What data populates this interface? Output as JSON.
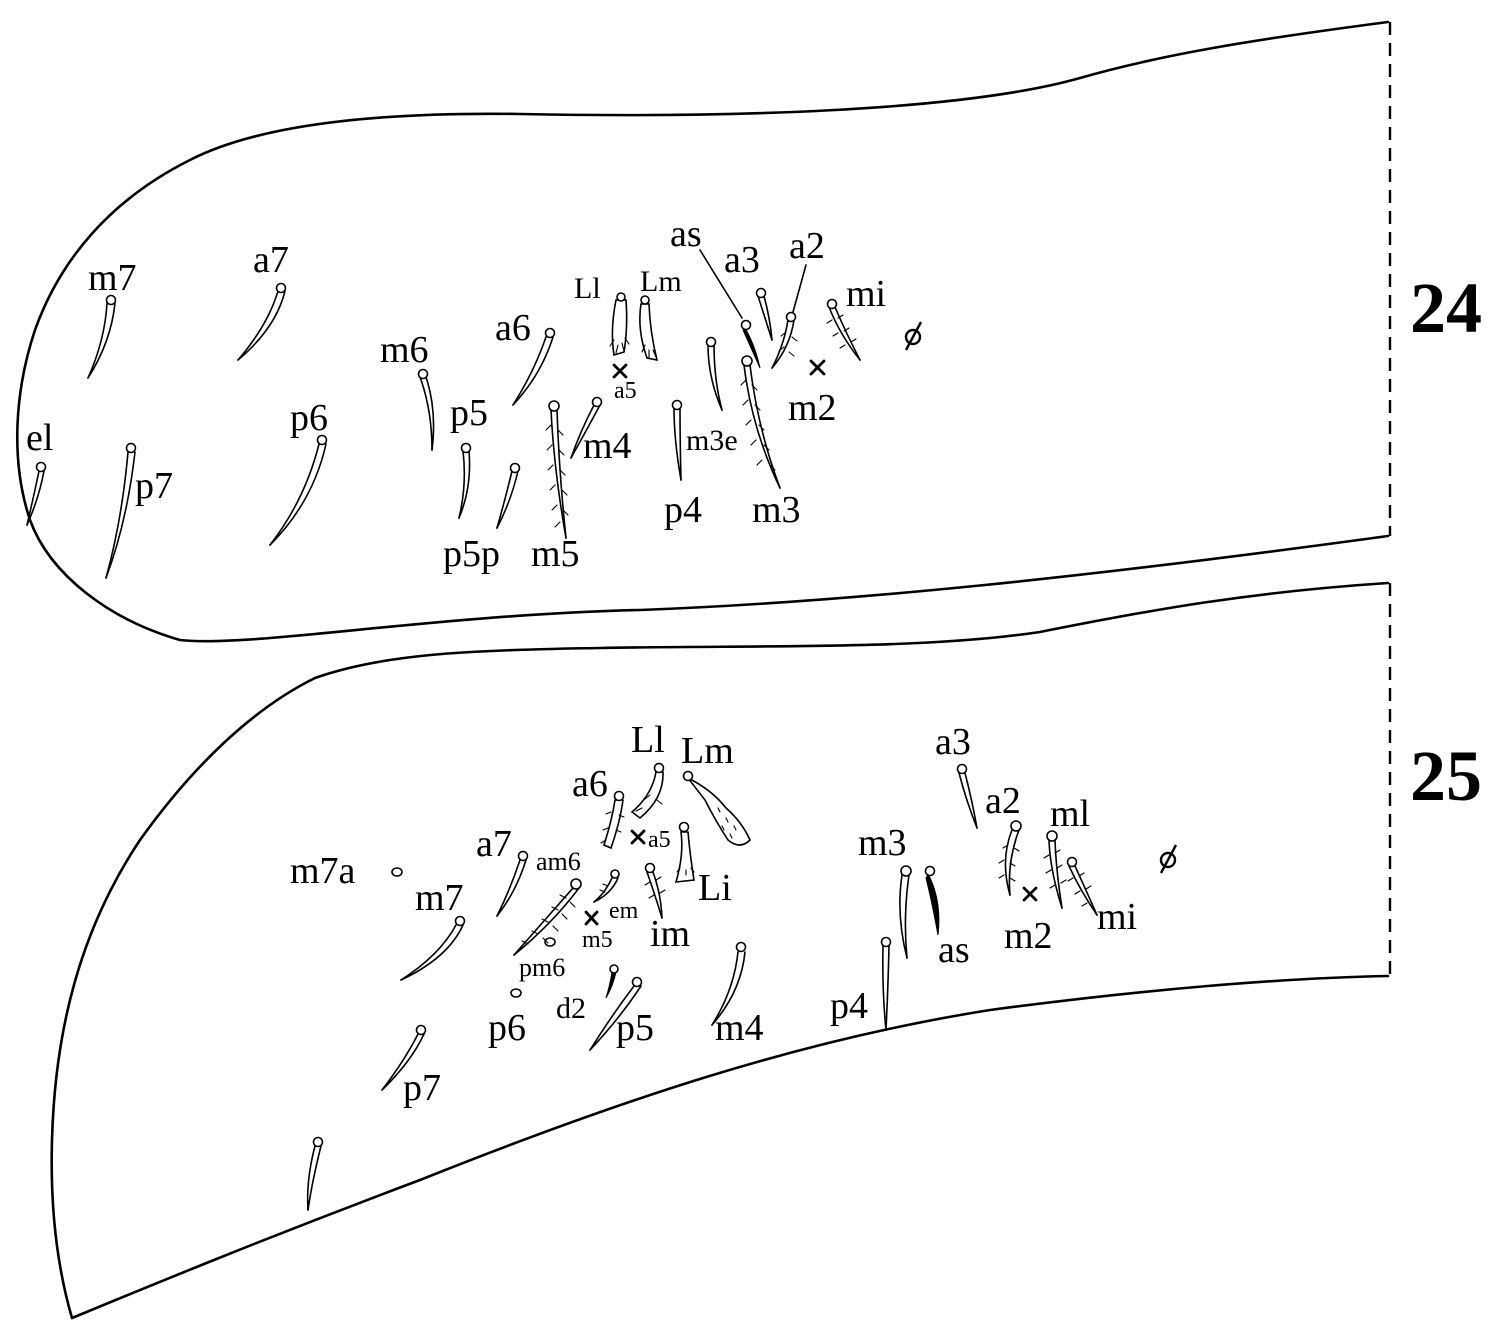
{
  "figures": [
    {
      "number": "24",
      "labels": [
        "as",
        "a3",
        "a2",
        "m7",
        "a7",
        "Ll",
        "Lm",
        "mi",
        "a6",
        "m6",
        "a5",
        "m2",
        "el",
        "p6",
        "p5",
        "m4",
        "m3e",
        "p7",
        "p4",
        "m3",
        "p5p",
        "m5"
      ],
      "setae": [
        "m7",
        "a7",
        "el",
        "p7",
        "p6",
        "m6",
        "p5",
        "p5p",
        "a6",
        "Ll",
        "Lm",
        "m5",
        "m4",
        "p4",
        "m3e",
        "m3",
        "as",
        "a3",
        "a2",
        "mi"
      ],
      "empty_sockets": [
        "a5",
        "m2"
      ],
      "marker_symbol": "⌀"
    },
    {
      "number": "25",
      "labels": [
        "Ll",
        "Lm",
        "a3",
        "a6",
        "a2",
        "ml",
        "m3",
        "a5",
        "a7",
        "am6",
        "Li",
        "m7a",
        "m7",
        "em",
        "im",
        "m5",
        "as",
        "m2",
        "mi",
        "pm6",
        "p4",
        "d2",
        "p6",
        "p5",
        "m4",
        "p7"
      ],
      "setae": [
        "Ll",
        "Lm",
        "a6",
        "Li",
        "a7",
        "am6",
        "em",
        "im",
        "m7",
        "d2",
        "p5",
        "m4",
        "p7",
        "p4",
        "m3",
        "as",
        "a3",
        "a2",
        "ml",
        "mi",
        "unlabeled"
      ],
      "empty_sockets": [
        "a5",
        "m5"
      ],
      "microchaetae": [
        "m7a",
        "pm6",
        "p6"
      ],
      "marker_symbol": "⌀"
    }
  ]
}
